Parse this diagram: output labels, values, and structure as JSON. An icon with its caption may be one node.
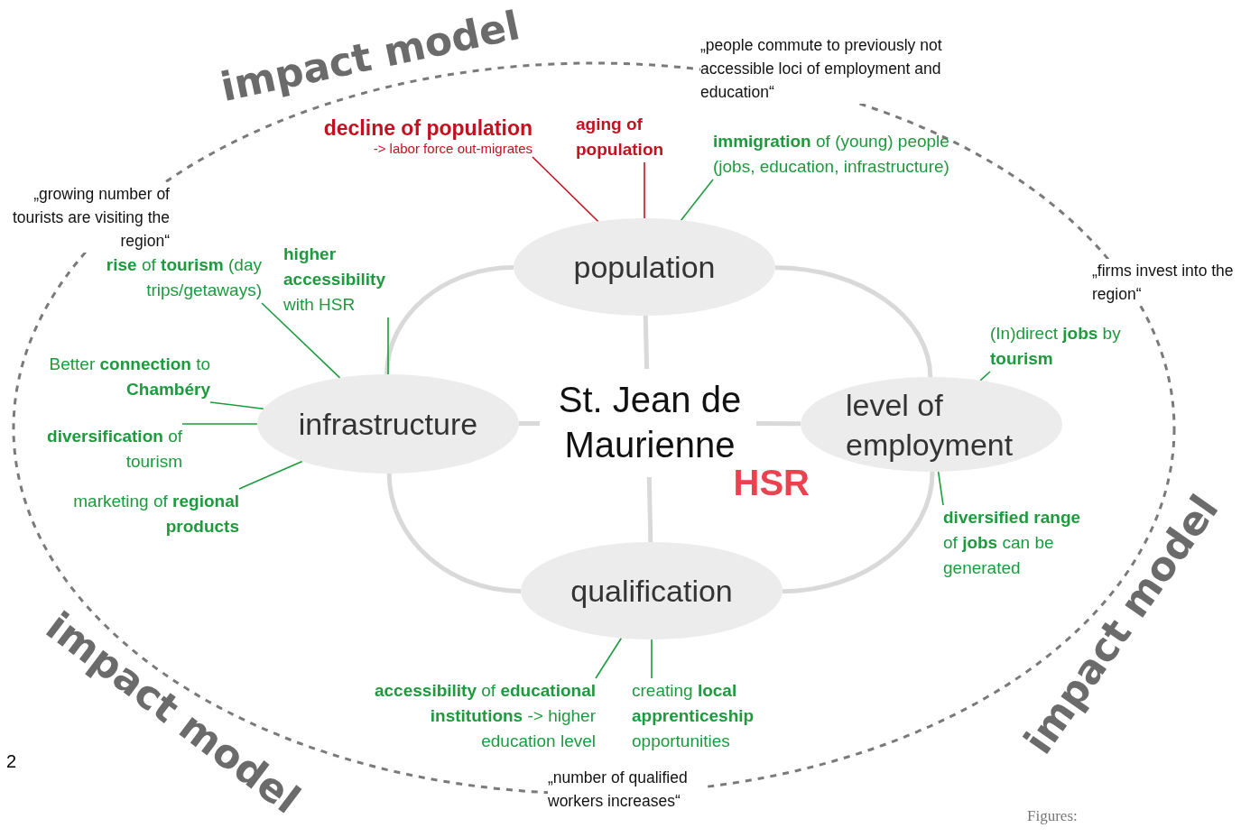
{
  "diagram": {
    "nodes": [
      {
        "text": [
          "population"
        ]
      },
      {
        "text": [
          "infrastructure"
        ]
      },
      {
        "text": [
          "level of employment"
        ]
      },
      {
        "text": [
          "qualification"
        ]
      },
      {
        "text": [
          "St. Jean de Maurienne",
          "HSR"
        ]
      },
      {
        "text": [
          "decline of population",
          "-> labor force out-migrates"
        ]
      },
      {
        "text": [
          "aging of population"
        ]
      },
      {
        "text": [
          "**immigration** of (young) people (jobs, education, infrastructure)"
        ]
      },
      {
        "text": [
          "**rise** of **tourism** (day trips/getaways)"
        ]
      },
      {
        "text": [
          "**higher accessibility** with HSR"
        ]
      },
      {
        "text": [
          "Better **connection** to **Chambéry**"
        ]
      },
      {
        "text": [
          "**diversification** of tourism"
        ]
      },
      {
        "text": [
          "marketing of **regional products**"
        ]
      },
      {
        "text": [
          "(In)direct **jobs** by **tourism**"
        ]
      },
      {
        "text": [
          "**diversified range** of **jobs** can be generated"
        ]
      },
      {
        "text": [
          "**accessibility** of **educational institutions** -> higher education level"
        ]
      },
      {
        "text": [
          "creating **local apprenticeship** opportunities"
        ]
      }
    ],
    "edges": [
      {
        "from": 4,
        "to": 0,
        "arrow": "none",
        "style": "thick",
        "color": "#d9d9d9"
      },
      {
        "from": 4,
        "to": 1,
        "arrow": "none",
        "style": "thick",
        "color": "#d9d9d9"
      },
      {
        "from": 4,
        "to": 2,
        "arrow": "none",
        "style": "thick",
        "color": "#d9d9d9"
      },
      {
        "from": 4,
        "to": 3,
        "arrow": "none",
        "style": "thick",
        "color": "#d9d9d9"
      },
      {
        "from": 0,
        "to": 2,
        "arrow": "none",
        "style": "thick",
        "color": "#d9d9d9"
      },
      {
        "from": 2,
        "to": 3,
        "arrow": "none",
        "style": "thick",
        "color": "#d9d9d9"
      },
      {
        "from": 3,
        "to": 1,
        "arrow": "none",
        "style": "thick",
        "color": "#d9d9d9"
      },
      {
        "from": 1,
        "to": 0,
        "arrow": "none",
        "style": "thick",
        "color": "#d9d9d9"
      },
      {
        "from": 5,
        "to": 0,
        "arrow": "none",
        "color": "#c1121f"
      },
      {
        "from": 6,
        "to": 0,
        "arrow": "none",
        "color": "#c1121f"
      },
      {
        "from": 7,
        "to": 0,
        "arrow": "none"
      },
      {
        "from": 8,
        "to": 1,
        "arrow": "none"
      },
      {
        "from": 9,
        "to": 1,
        "arrow": "none"
      },
      {
        "from": 10,
        "to": 1,
        "arrow": "none"
      },
      {
        "from": 11,
        "to": 1,
        "arrow": "none"
      },
      {
        "from": 12,
        "to": 1,
        "arrow": "none"
      },
      {
        "from": 13,
        "to": 2,
        "arrow": "none"
      },
      {
        "from": 14,
        "to": 2,
        "arrow": "none"
      },
      {
        "from": 15,
        "to": 3,
        "arrow": "none"
      },
      {
        "from": 16,
        "to": 3,
        "arrow": "none"
      }
    ],
    "labels": [
      "impact model",
      "„people commute to previously not accessible loci of employment and education“",
      "„growing number of tourists are visiting the region“",
      "„firms invest into the region“",
      "impact model",
      "2",
      "impact model",
      "„number of qualified workers increases“",
      "Figures:"
    ]
  }
}
